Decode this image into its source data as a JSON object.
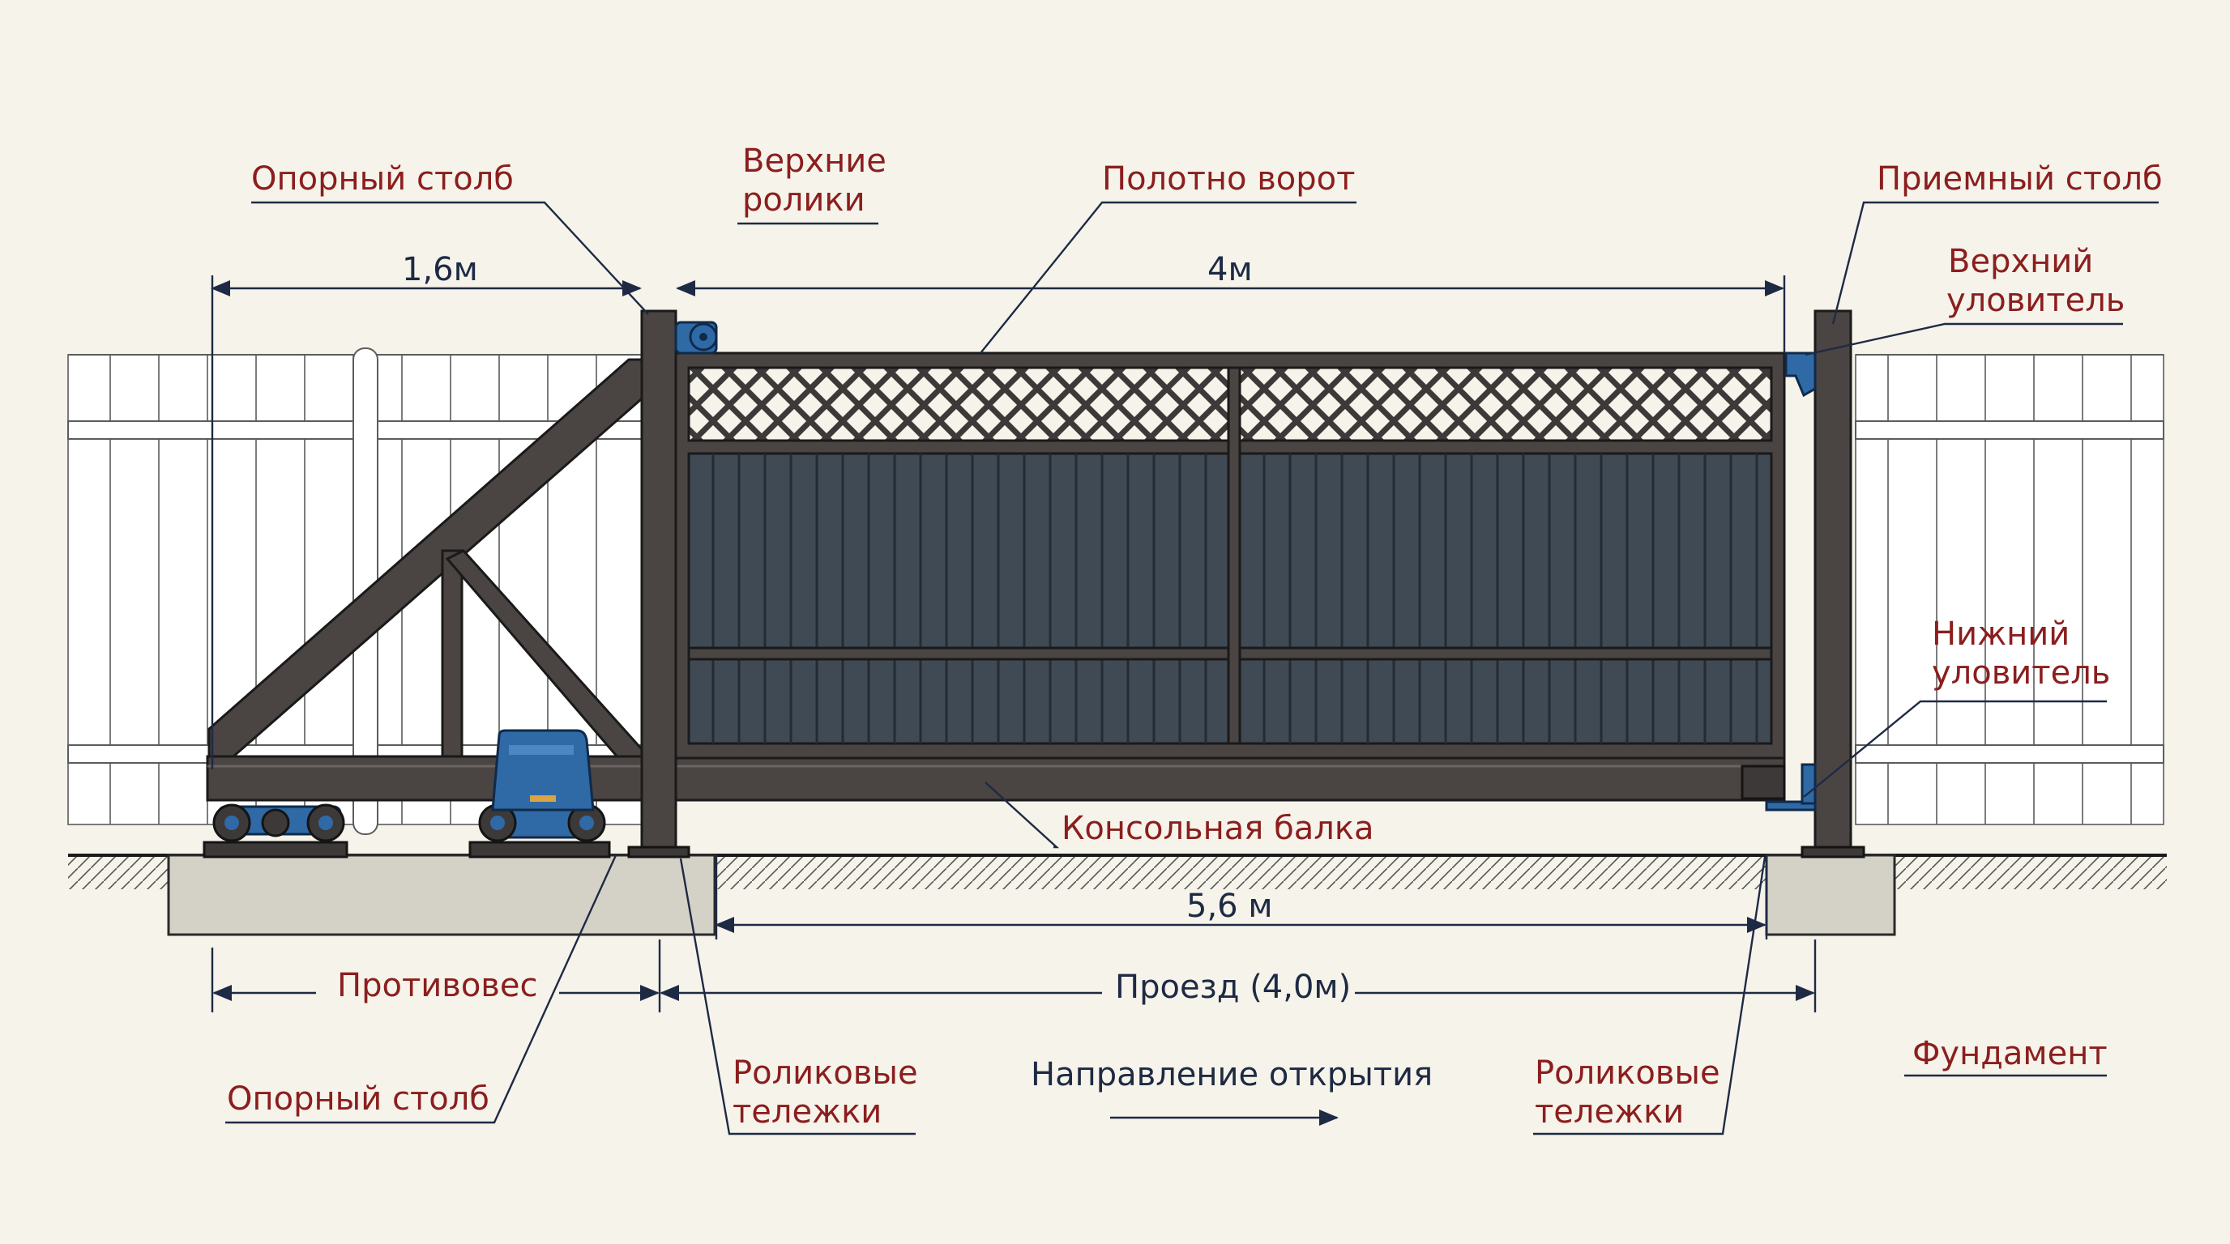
{
  "labels": {
    "support_post_top": "Опорный столб",
    "top_rollers_line1": "Верхние",
    "top_rollers_line2": "ролики",
    "gate_leaf": "Полотно ворот",
    "receiving_post": "Приемный столб",
    "top_catcher_line1": "Верхний",
    "top_catcher_line2": "уловитель",
    "bottom_catcher_line1": "Нижний",
    "bottom_catcher_line2": "уловитель",
    "cantilever_beam": "Консольная балка",
    "counterweight": "Противовес",
    "support_post_bottom": "Опорный столб",
    "roller_carts_left_line1": "Роликовые",
    "roller_carts_left_line2": "тележки",
    "roller_carts_right_line1": "Роликовые",
    "roller_carts_right_line2": "тележки",
    "opening_direction": "Направление открытия",
    "foundation": "Фундамент"
  },
  "dimensions": {
    "counterweight_length": "1,6м",
    "leaf_width": "4м",
    "total_length": "5,6 м",
    "passage": "Проезд (4,0м)"
  },
  "colors": {
    "label_text": "#8b1e1e",
    "dimension_text": "#1e2a44",
    "steel": "#4a4443",
    "infill": "#3f4a55",
    "automation_blue": "#2f6aa6",
    "concrete": "#d4d1c7",
    "background": "#f5f3ea"
  }
}
